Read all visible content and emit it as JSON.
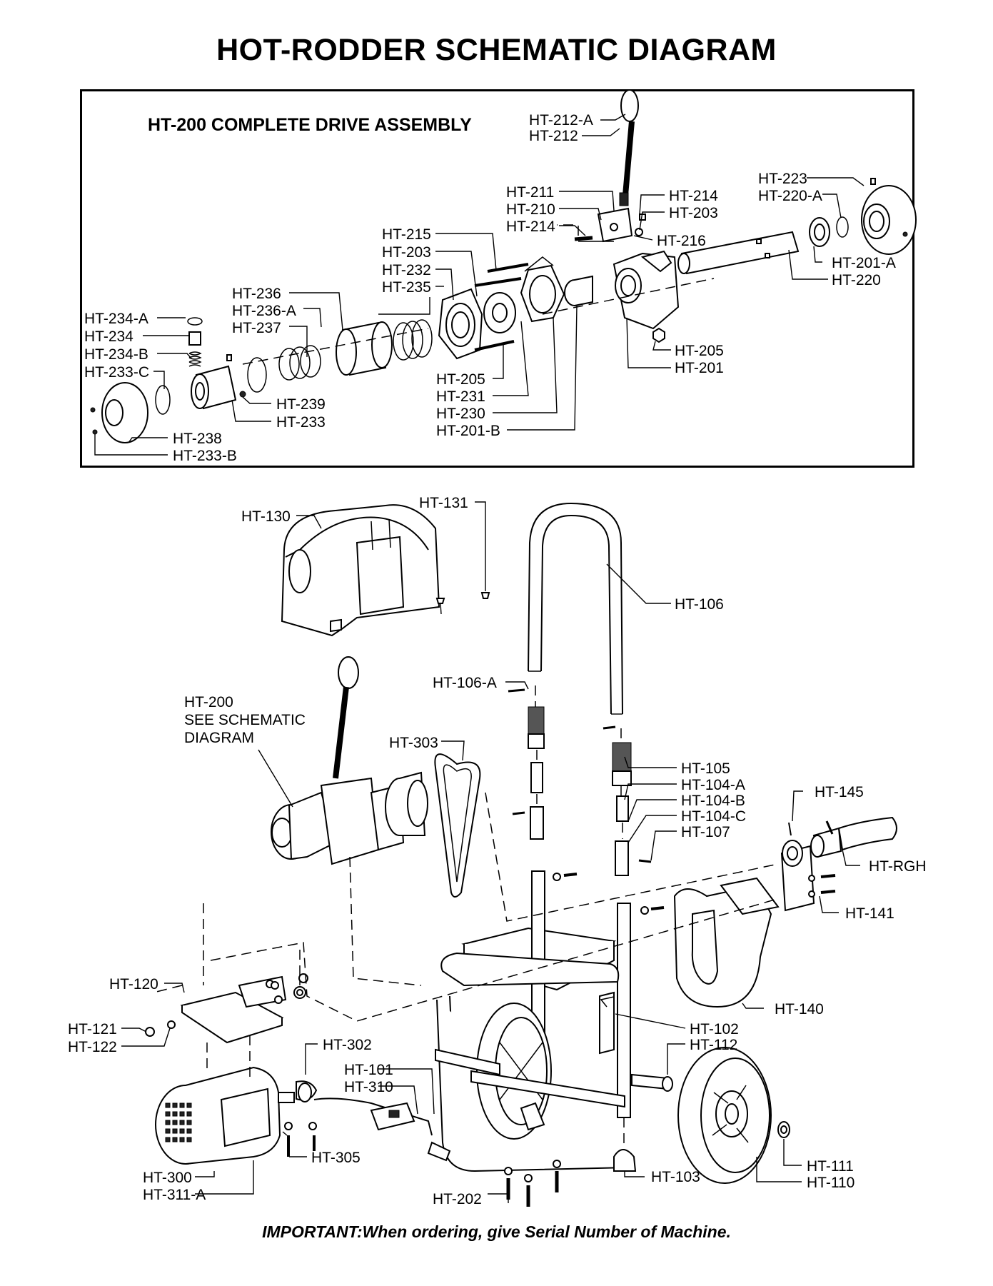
{
  "title": "HOT-RODDER SCHEMATIC DIAGRAM",
  "drive_assembly_title": "HT-200 COMPLETE DRIVE ASSEMBLY",
  "footer": "IMPORTANT:When ordering, give Serial Number of Machine.",
  "labels": {
    "ht_212_a": "HT-212-A",
    "ht_212": "HT-212",
    "ht_211": "HT-211",
    "ht_210": "HT-210",
    "ht_214_a": "HT-214",
    "ht_214_b": "HT-214",
    "ht_203_a": "HT-203",
    "ht_216": "HT-216",
    "ht_223": "HT-223",
    "ht_220_a": "HT-220-A",
    "ht_201_a": "HT-201-A",
    "ht_220": "HT-220",
    "ht_215": "HT-215",
    "ht_203_b": "HT-203",
    "ht_232": "HT-232",
    "ht_235": "HT-235",
    "ht_236": "HT-236",
    "ht_236_a": "HT-236-A",
    "ht_237": "HT-237",
    "ht_234_a": "HT-234-A",
    "ht_234": "HT-234",
    "ht_234_b": "HT-234-B",
    "ht_233_c": "HT-233-C",
    "ht_239": "HT-239",
    "ht_233": "HT-233",
    "ht_238": "HT-238",
    "ht_233_b": "HT-233-B",
    "ht_205_a": "HT-205",
    "ht_231": "HT-231",
    "ht_230": "HT-230",
    "ht_201_b": "HT-201-B",
    "ht_205_b": "HT-205",
    "ht_201": "HT-201",
    "ht_130": "HT-130",
    "ht_131": "HT-131",
    "ht_106": "HT-106",
    "ht_106_a": "HT-106-A",
    "ht_200": "HT-200",
    "see_schematic": "SEE SCHEMATIC",
    "diagram_word": "DIAGRAM",
    "ht_303": "HT-303",
    "ht_105": "HT-105",
    "ht_104_a": "HT-104-A",
    "ht_104_b": "HT-104-B",
    "ht_104_c": "HT-104-C",
    "ht_107": "HT-107",
    "ht_145": "HT-145",
    "ht_rgh": "HT-RGH",
    "ht_141": "HT-141",
    "ht_140": "HT-140",
    "ht_120": "HT-120",
    "ht_121": "HT-121",
    "ht_122": "HT-122",
    "ht_302": "HT-302",
    "ht_101": "HT-101",
    "ht_310": "HT-310",
    "ht_102": "HT-102",
    "ht_112": "HT-112",
    "ht_305": "HT-305",
    "ht_300": "HT-300",
    "ht_311_a": "HT-311-A",
    "ht_202": "HT-202",
    "ht_103": "HT-103",
    "ht_111": "HT-111",
    "ht_110": "HT-110"
  }
}
